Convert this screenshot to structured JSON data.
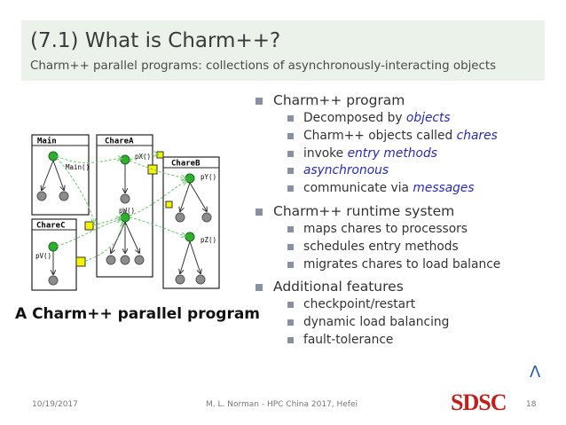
{
  "slide": {
    "title": "(7.1) What is Charm++?",
    "subtitle": "Charm++ parallel programs: collections of asynchronously-interacting objects"
  },
  "bullets": [
    {
      "text": "Charm++ program",
      "sub": [
        {
          "pre": "Decomposed by ",
          "hl": "objects",
          "post": ""
        },
        {
          "pre": "Charm++ objects called ",
          "hl": "chares",
          "post": ""
        },
        {
          "pre": "invoke ",
          "hl": "entry methods",
          "post": ""
        },
        {
          "pre": "",
          "hl": "asynchronous",
          "post": ""
        },
        {
          "pre": "communicate via ",
          "hl": "messages",
          "post": ""
        }
      ]
    },
    {
      "text": "Charm++ runtime system",
      "sub": [
        {
          "pre": "maps chares to processors",
          "hl": "",
          "post": ""
        },
        {
          "pre": "schedules entry methods",
          "hl": "",
          "post": ""
        },
        {
          "pre": "migrates chares to load balance",
          "hl": "",
          "post": ""
        }
      ]
    },
    {
      "text": "Additional features",
      "sub": [
        {
          "pre": "checkpoint/restart",
          "hl": "",
          "post": ""
        },
        {
          "pre": "dynamic load balancing",
          "hl": "",
          "post": ""
        },
        {
          "pre": "fault-tolerance",
          "hl": "",
          "post": ""
        }
      ]
    }
  ],
  "diagram": {
    "caption": "A Charm++ parallel program",
    "chares": {
      "main": "Main",
      "charea": "ChareA",
      "chareb": "ChareB",
      "charec": "ChareC"
    },
    "methods": {
      "main": "Main()",
      "px": "pX()",
      "pw": "pW()",
      "py": "pY()",
      "pz": "pZ()",
      "pv": "pV()"
    }
  },
  "footer": {
    "date": "10/19/2017",
    "center": "M. L. Norman - HPC China 2017, Hefei",
    "logo": "SDSC",
    "page": "18"
  },
  "nav": {
    "caret": "Λ"
  },
  "colors": {
    "header_bg": "#eaf2ea",
    "highlight": "#2a2ab8",
    "green_node": "#2fae2f",
    "gray_node": "#8c8c8c",
    "message_box": "#f4f400",
    "logo_red": "#c0201c"
  }
}
